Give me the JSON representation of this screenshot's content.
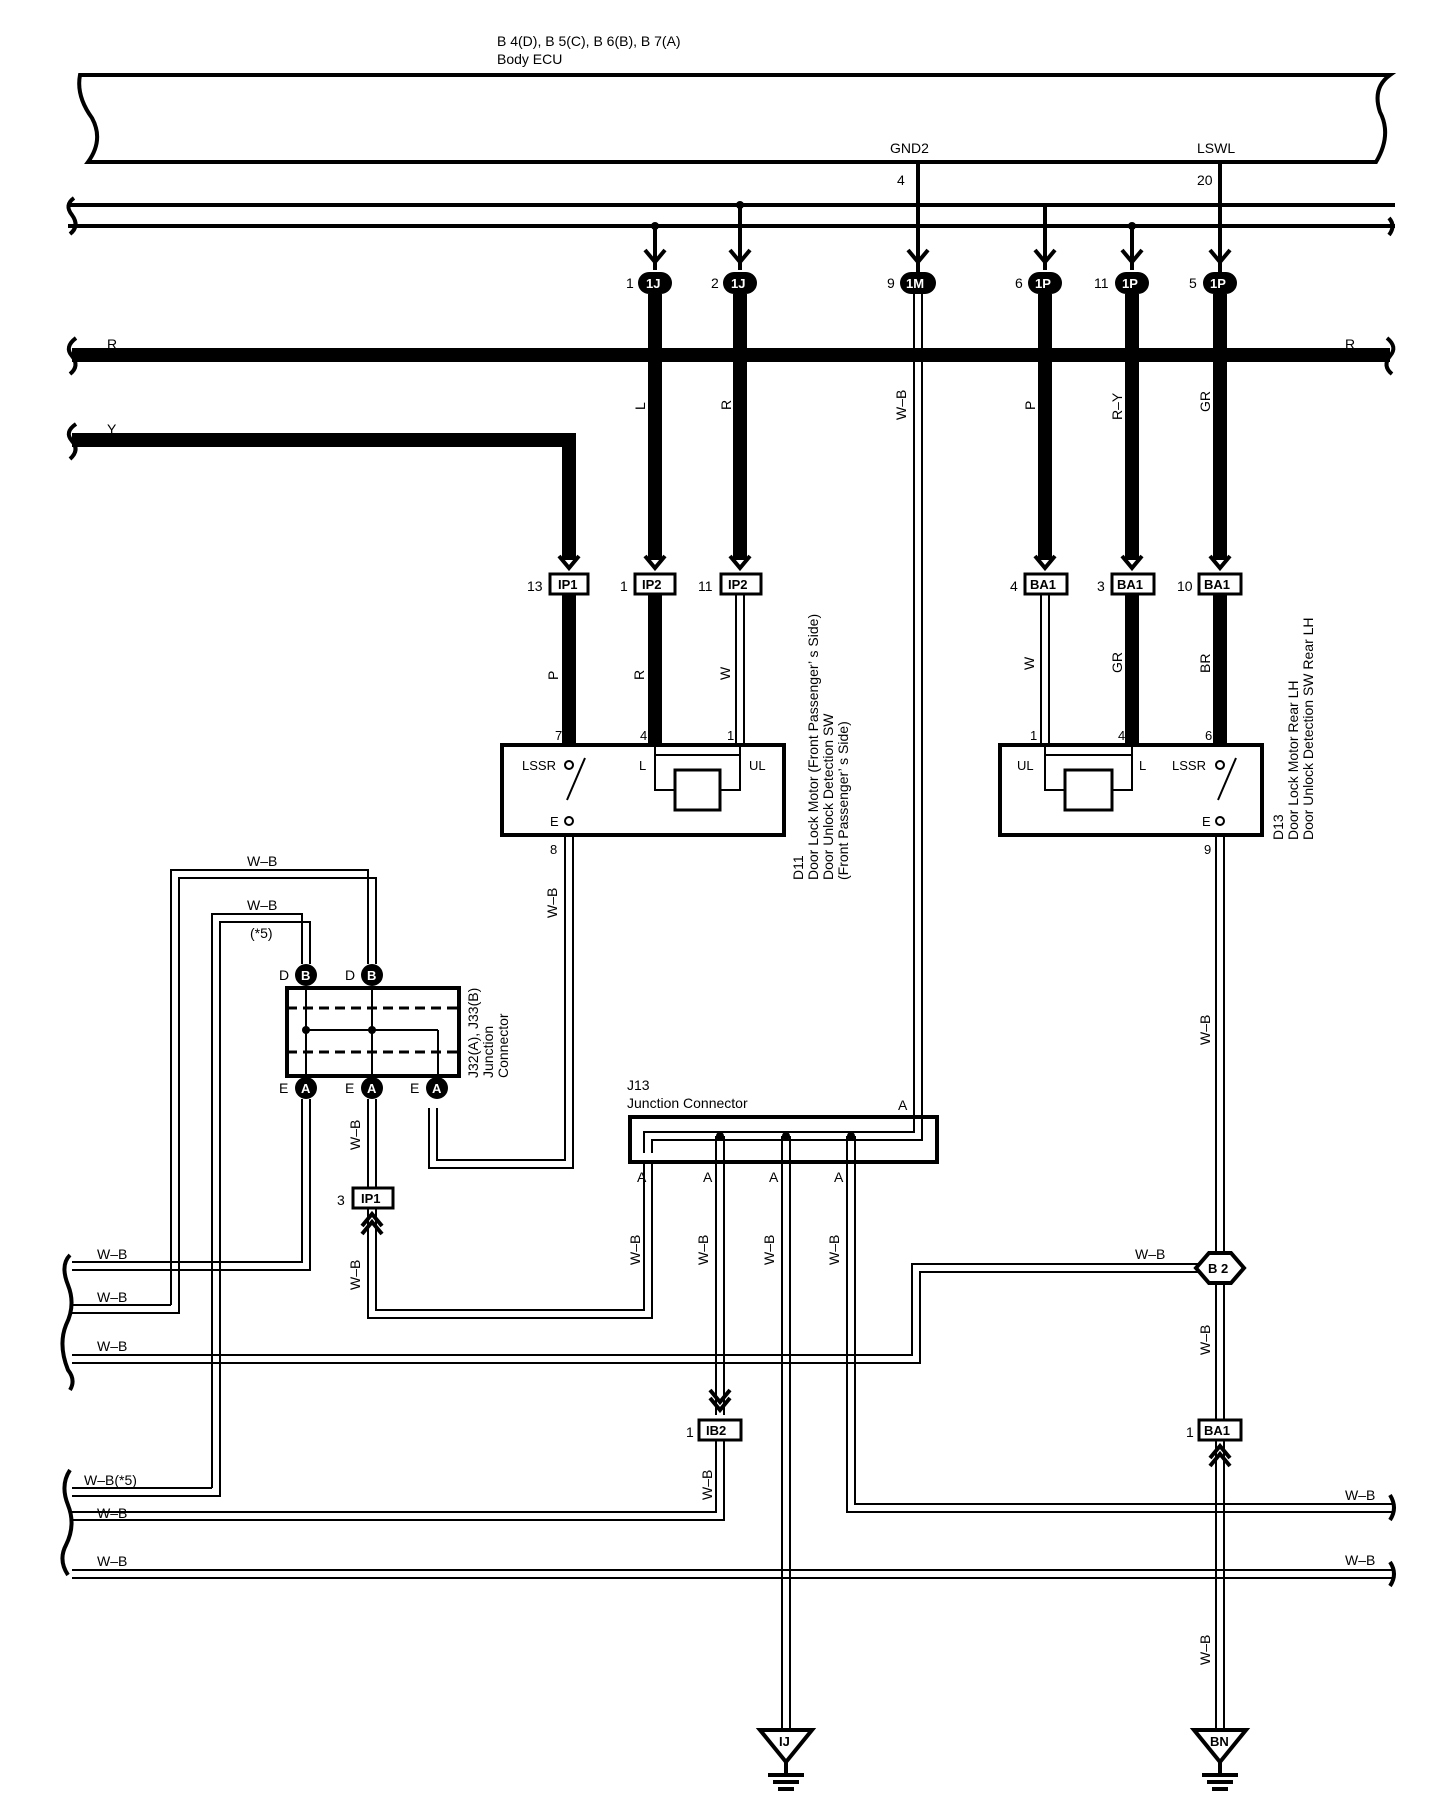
{
  "ecu": {
    "connectors": "B 4(D), B 5(C), B 6(B), B 7(A)",
    "name": "Body ECU",
    "pin_gnd2_name": "GND2",
    "pin_gnd2_no": "4",
    "pin_lswl_name": "LSWL",
    "pin_lswl_no": "20"
  },
  "top_connectors": [
    {
      "pin": "1",
      "code": "1J"
    },
    {
      "pin": "2",
      "code": "1J"
    },
    {
      "pin": "9",
      "code": "1M"
    },
    {
      "pin": "6",
      "code": "1P"
    },
    {
      "pin": "11",
      "code": "1P"
    },
    {
      "pin": "5",
      "code": "1P"
    }
  ],
  "wire_colors": {
    "R_left": "R",
    "R_right": "R",
    "Y": "Y",
    "L": "L",
    "R_1J2": "R",
    "WB_1M": "W–B",
    "P_1P6": "P",
    "RY": "R–Y",
    "GR_1P5": "GR",
    "P_ip1": "P",
    "R_ip2": "R",
    "W_ip2": "W",
    "W_ba1": "W",
    "GR_ba1": "GR",
    "BR_ba1": "BR",
    "WB_d11": "W–B",
    "WB_d13": "W–B",
    "WB": "W–B",
    "WB_star": "W–B(*5)",
    "star5": "(*5)"
  },
  "mid_connectors": [
    {
      "pin": "13",
      "code": "IP1"
    },
    {
      "pin": "1",
      "code": "IP2"
    },
    {
      "pin": "11",
      "code": "IP2"
    },
    {
      "pin": "4",
      "code": "BA1"
    },
    {
      "pin": "3",
      "code": "BA1"
    },
    {
      "pin": "10",
      "code": "BA1"
    }
  ],
  "d11": {
    "id": "D11",
    "line1": "Door Lock Motor (Front Passenger’ s Side)",
    "line2": "Door Unlock Detection SW",
    "line3": "(Front Passenger’ s Side)",
    "pins": {
      "lssr": "7",
      "l": "4",
      "ul": "1",
      "e": "8"
    },
    "terms": {
      "lssr": "LSSR",
      "l": "L",
      "ul": "UL",
      "e": "E"
    }
  },
  "d13": {
    "id": "D13",
    "line1": "Door Lock Motor Rear LH",
    "line2": "Door Unlock Detection SW Rear LH",
    "pins": {
      "ul": "1",
      "l": "4",
      "lssr": "6",
      "e": "9"
    },
    "terms": {
      "ul": "UL",
      "l": "L",
      "lssr": "LSSR",
      "e": "E"
    }
  },
  "j32": {
    "line1": "J32(A), J33(B)",
    "line2": "Junction",
    "line3": "Connector",
    "pin_d": "D",
    "pin_e": "E",
    "tag_b": "B",
    "tag_a": "A"
  },
  "j13": {
    "id": "J13",
    "name": "Junction Connector",
    "pin_a": "A"
  },
  "ip1_lower": {
    "pin": "3",
    "code": "IP1"
  },
  "ib2": {
    "pin": "1",
    "code": "IB2"
  },
  "ba1_lower": {
    "pin": "1",
    "code": "BA1"
  },
  "b2": "B 2",
  "grounds": {
    "ij": "IJ",
    "bn": "BN"
  }
}
